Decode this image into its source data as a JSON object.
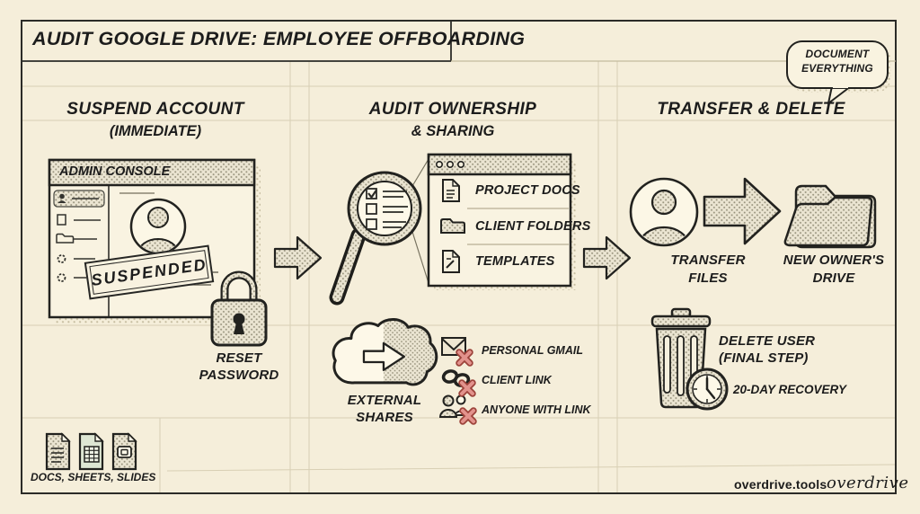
{
  "header": {
    "title": "AUDIT GOOGLE DRIVE: EMPLOYEE OFFBOARDING",
    "note": {
      "line1": "DOCUMENT",
      "line2": "EVERYTHING"
    }
  },
  "columns": {
    "suspend": {
      "heading": "SUSPEND ACCOUNT",
      "subheading": "(IMMEDIATE)",
      "admin_window_title": "ADMIN CONSOLE",
      "stamp": "SUSPENDED",
      "lock_caption_line1": "RESET",
      "lock_caption_line2": "PASSWORD"
    },
    "audit": {
      "heading": "AUDIT OWNERSHIP",
      "subheading": "& SHARING",
      "items": [
        {
          "icon": "document-icon",
          "label": "PROJECT DOCS"
        },
        {
          "icon": "folder-icon",
          "label": "CLIENT FOLDERS"
        },
        {
          "icon": "template-icon",
          "label": "TEMPLATES"
        }
      ],
      "cloud_caption_line1": "EXTERNAL",
      "cloud_caption_line2": "SHARES",
      "revoked_shares": [
        {
          "icon": "gmail-icon",
          "label": "PERSONAL GMAIL"
        },
        {
          "icon": "link-icon",
          "label": "CLIENT LINK"
        },
        {
          "icon": "people-icon",
          "label": "ANYONE WITH LINK"
        }
      ]
    },
    "transfer": {
      "heading": "TRANSFER & DELETE",
      "transfer_caption_line1": "TRANSFER",
      "transfer_caption_line2": "FILES",
      "owner_caption_line1": "NEW OWNER'S",
      "owner_caption_line2": "DRIVE",
      "delete_caption_line1": "DELETE USER",
      "delete_caption_line2": "(FINAL STEP)",
      "recovery_caption": "20-DAY RECOVERY"
    }
  },
  "footer": {
    "file_types_caption": "DOCS, SHEETS, SLIDES",
    "site": "overdrive.tools",
    "brand": "overdrive"
  },
  "icons": {
    "note": "speech-bubble-icon",
    "suspend": [
      "admin-window",
      "user-avatar-icon",
      "suspended-stamp",
      "padlock-icon"
    ],
    "audit": [
      "magnifier-checklist-icon",
      "browser-window",
      "cloud-share-icon",
      "gmail-icon",
      "link-icon",
      "people-icon",
      "revoked-x-badge"
    ],
    "transfer": [
      "user-circle-icon",
      "transfer-arrow-icon",
      "drive-folder-icon",
      "trash-can-icon",
      "recovery-clock-icon"
    ],
    "footer": [
      "docs-file-icon",
      "sheets-file-icon",
      "slides-file-icon"
    ]
  },
  "colors": {
    "paper": "#f5eeda",
    "ink": "#1e1e1e",
    "halftone": "#9a957f",
    "revoke_x": "#d4736b",
    "sheet_green": "#dde6d3"
  }
}
